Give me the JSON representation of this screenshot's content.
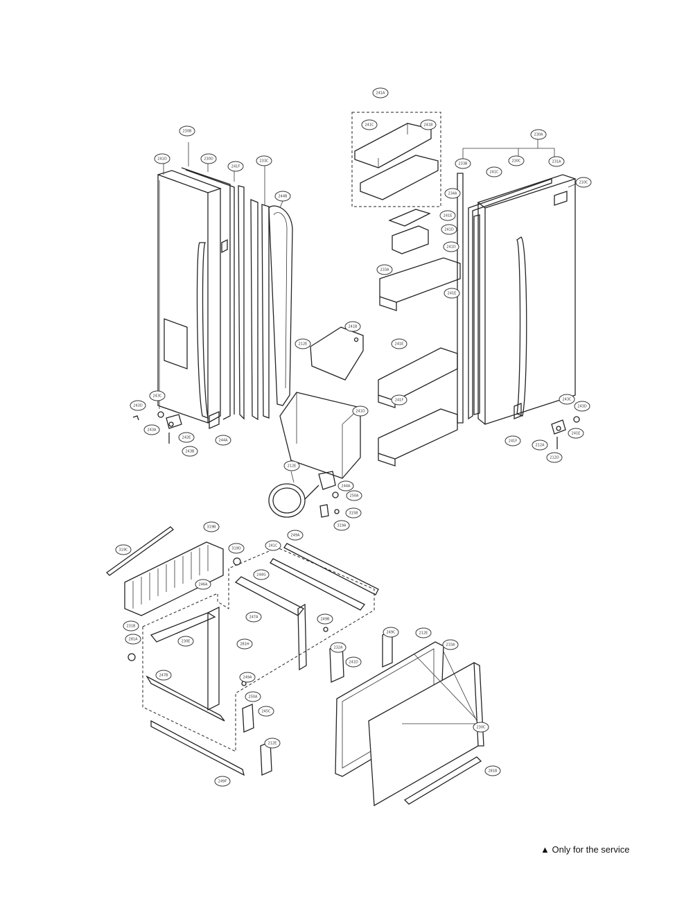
{
  "diagram": {
    "callouts": [
      "241A",
      "241C",
      "241B",
      "230B",
      "241D",
      "230D",
      "241F",
      "233C",
      "244B",
      "230A",
      "230C",
      "233B",
      "241C",
      "231A",
      "210C",
      "234A",
      "241E",
      "241D",
      "241D",
      "233A",
      "241E",
      "212E",
      "241B",
      "241E",
      "241F",
      "243C",
      "243D",
      "243A",
      "244A",
      "241D",
      "242E",
      "243B",
      "243C",
      "243D",
      "241E",
      "241F",
      "212A",
      "212D",
      "212E",
      "244A",
      "250A",
      "315B",
      "319A",
      "319B",
      "319C",
      "319D",
      "241C",
      "249A",
      "246A",
      "244G",
      "247A",
      "249B",
      "249C",
      "212E",
      "233A",
      "231B",
      "281A",
      "230E",
      "281H",
      "247B",
      "232A",
      "241D",
      "249A",
      "250A",
      "245C",
      "212E",
      "230C",
      "249F",
      "281B"
    ]
  },
  "service_note": "Only for the service",
  "service_mark": "▲"
}
